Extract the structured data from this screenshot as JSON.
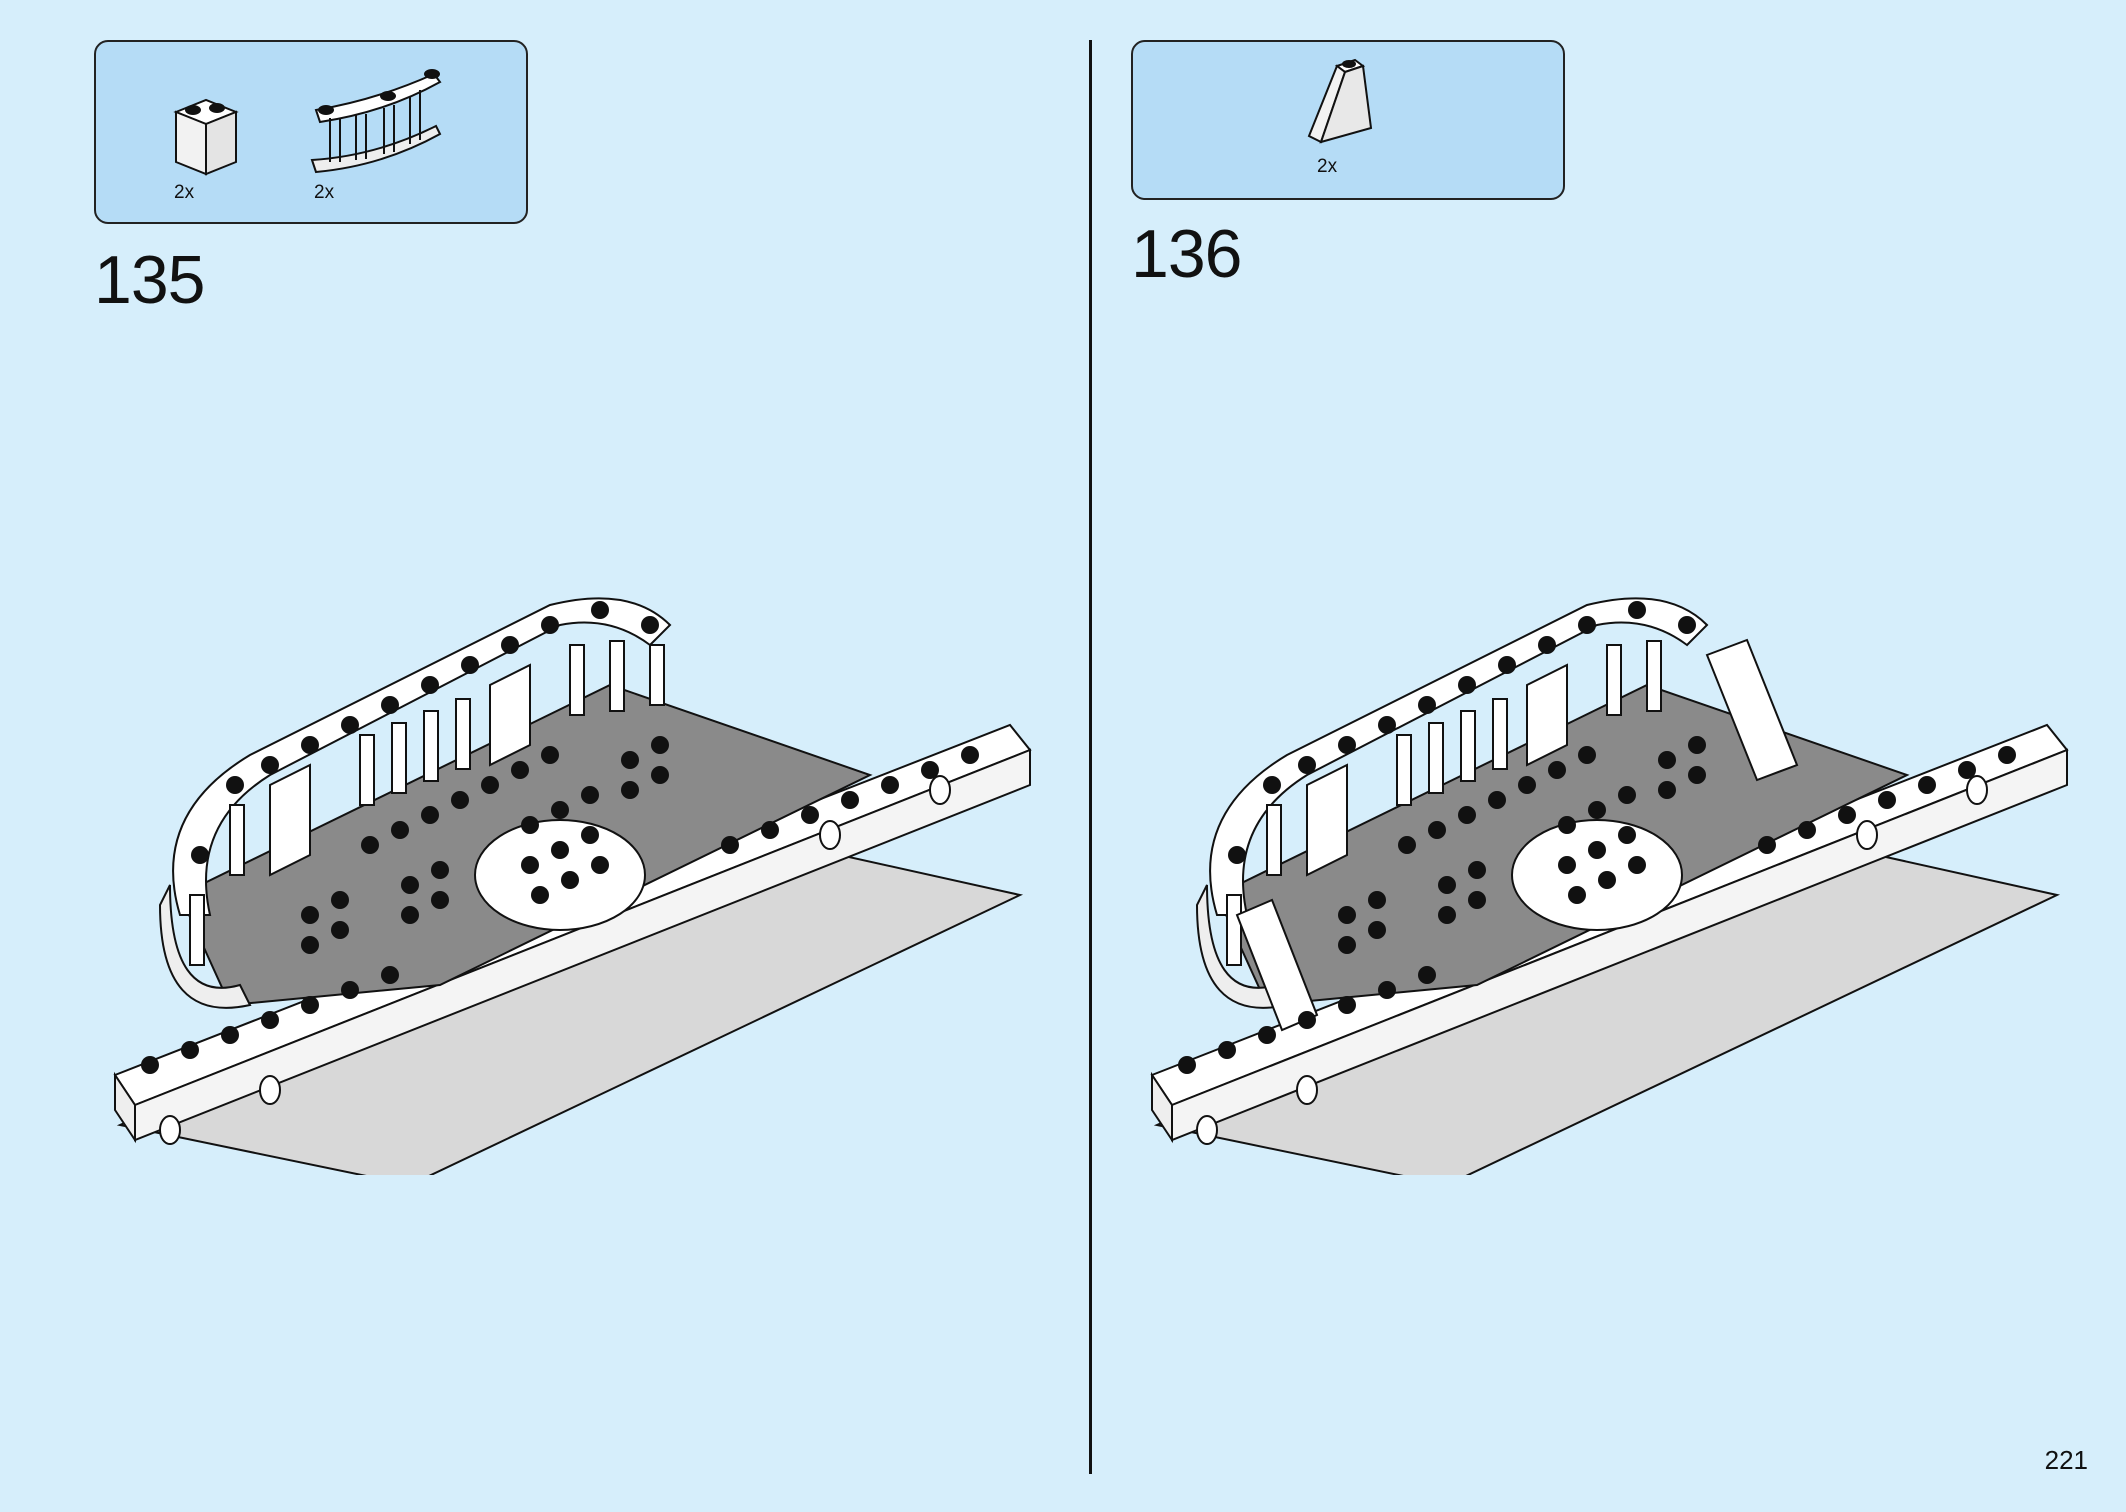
{
  "steps": [
    {
      "number": "135",
      "parts": [
        {
          "qty": "2x",
          "icon": "brick-1x2-icon"
        },
        {
          "qty": "2x",
          "icon": "curved-fence-icon"
        }
      ]
    },
    {
      "number": "136",
      "parts": [
        {
          "qty": "2x",
          "icon": "slope-brick-icon"
        }
      ]
    }
  ],
  "page_number": "221",
  "colors": {
    "background": "#d6eefb",
    "parts_box": "#b5dcf6",
    "plate_gray": "#8a8a8a",
    "brick_white": "#ffffff",
    "outline": "#111111"
  }
}
